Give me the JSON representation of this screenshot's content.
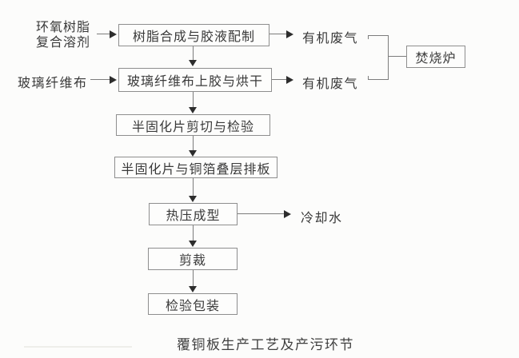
{
  "diagram": {
    "caption": "覆铜板生产工艺及产污环节",
    "nodes": {
      "resin_synthesis": {
        "label": "树脂合成与胶液配制"
      },
      "glass_coating": {
        "label": "玻璃纤维布上胶与烘干"
      },
      "prepreg_cutting": {
        "label": "半固化片剪切与检验"
      },
      "prepreg_stacking": {
        "label": "半固化片与铜箔叠层排板"
      },
      "hot_press": {
        "label": "热压成型"
      },
      "trimming": {
        "label": "剪裁"
      },
      "inspection_packing": {
        "label": "检验包装"
      },
      "incinerator": {
        "label": "焚烧炉"
      }
    },
    "inputs": {
      "epoxy": {
        "label_line1": "环氧树脂",
        "label_line2": "复合溶剂"
      },
      "glass_cloth": {
        "label": "玻璃纤维布"
      }
    },
    "outputs": {
      "waste_gas_1": {
        "label": "有机废气"
      },
      "waste_gas_2": {
        "label": "有机废气"
      },
      "cooling_water": {
        "label": "冷却水"
      }
    },
    "colors": {
      "background": "#fcfcfb",
      "box_border": "#8e8e8e",
      "line": "#7c7c7c",
      "arrowhead": "#2d2d2d",
      "text": "#3a3a3a"
    }
  }
}
